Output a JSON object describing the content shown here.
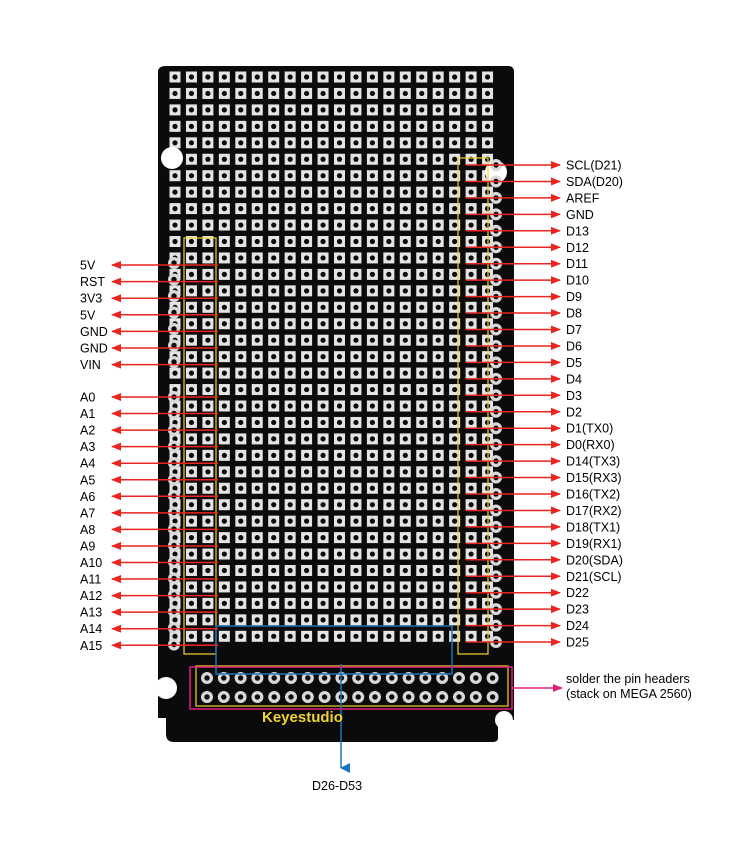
{
  "board": {
    "brand": "Keyestudio",
    "colors": {
      "pcb": "#0b0b0b",
      "pad": "#e8e8e8",
      "silkscreen": "#f2d22b",
      "power_arrow": "#e8251f",
      "digital_block_arrow": "#1b74b8",
      "header_box": "#e0207a"
    }
  },
  "left_labels": {
    "power": [
      "5V",
      "RST",
      "3V3",
      "5V",
      "GND",
      "GND",
      "VIN"
    ],
    "analog": [
      "A0",
      "A1",
      "A2",
      "A3",
      "A4",
      "A5",
      "A6",
      "A7",
      "A8",
      "A9",
      "A10",
      "A11",
      "A12",
      "A13",
      "A14",
      "A15"
    ]
  },
  "right_labels": [
    "SCL(D21)",
    "SDA(D20)",
    "AREF",
    "GND",
    "D13",
    "D12",
    "D11",
    "D10",
    "D9",
    "D8",
    "D7",
    "D6",
    "D5",
    "D4",
    "D3",
    "D2",
    "D1(TX0)",
    "D0(RX0)",
    "D14(TX3)",
    "D15(RX3)",
    "D16(TX2)",
    "D17(RX2)",
    "D18(TX1)",
    "D19(RX1)",
    "D20(SDA)",
    "D21(SCL)",
    "D22",
    "D23",
    "D24",
    "D25"
  ],
  "bottom_header": {
    "note_line1": "solder the pin headers",
    "note_line2": "(stack on MEGA 2560)",
    "digital_range": "D26-D53"
  }
}
